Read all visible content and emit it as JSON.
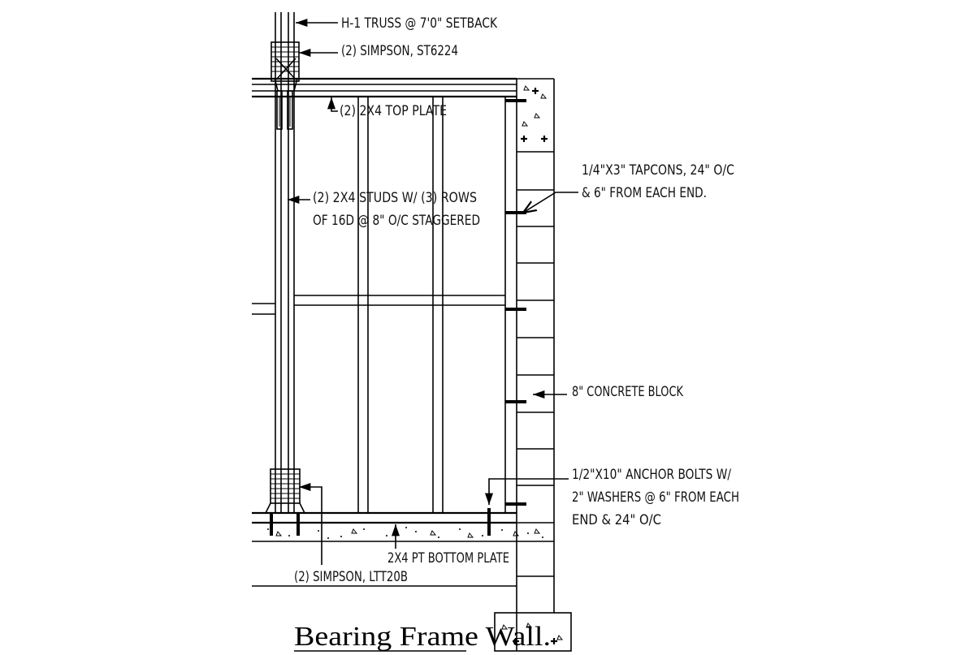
{
  "title": "Bearing Frame Wall.",
  "labels": {
    "truss": "H-1 TRUSS @ 7'0\" SETBACK",
    "simpson_st": "(2) SIMPSON, ST6224",
    "top_plate": "(2) 2X4 TOP PLATE",
    "studs_line1": "(2) 2X4 STUDS W/ (3) ROWS",
    "studs_line2": "OF 16D @ 8\" O/C STAGGERED",
    "tapcons_line1": "1/4\"X3\" TAPCONS, 24\" O/C",
    "tapcons_line2": "& 6\" FROM EACH END.",
    "block": "8\" CONCRETE BLOCK",
    "anchor_line1": "1/2\"X10\" ANCHOR BOLTS W/",
    "anchor_line2": "2\" WASHERS @ 6\" FROM EACH",
    "anchor_line3": "END & 24\" O/C",
    "bottom_plate": "2X4 PT BOTTOM PLATE",
    "simpson_ltt": "(2) SIMPSON, LTT20B"
  }
}
